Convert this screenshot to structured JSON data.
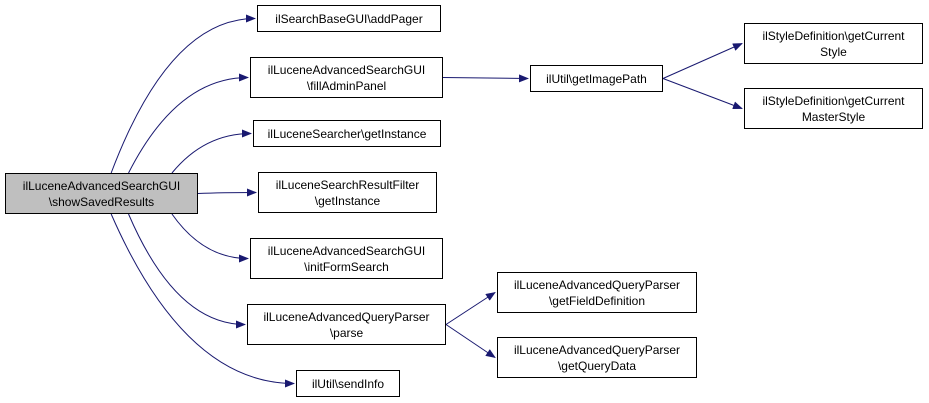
{
  "diagram": {
    "type": "call-graph",
    "colors": {
      "edge": "#191970",
      "root_fill": "#bfbfbf",
      "node_fill": "#ffffff",
      "node_border": "#000000"
    },
    "nodes": {
      "root": {
        "line1": "ilLuceneAdvancedSearchGUI",
        "line2": "\\showSavedResults"
      },
      "add_pager": {
        "line1": "ilSearchBaseGUI\\addPager"
      },
      "fill_admin_panel": {
        "line1": "ilLuceneAdvancedSearchGUI",
        "line2": "\\fillAdminPanel"
      },
      "get_image_path": {
        "line1": "ilUtil\\getImagePath"
      },
      "get_current_style": {
        "line1": "ilStyleDefinition\\getCurrent",
        "line2": "Style"
      },
      "get_current_master_style": {
        "line1": "ilStyleDefinition\\getCurrent",
        "line2": "MasterStyle"
      },
      "searcher_get_instance": {
        "line1": "ilLuceneSearcher\\getInstance"
      },
      "filter_get_instance": {
        "line1": "ilLuceneSearchResultFilter",
        "line2": "\\getInstance"
      },
      "init_form_search": {
        "line1": "ilLuceneAdvancedSearchGUI",
        "line2": "\\initFormSearch"
      },
      "parser_parse": {
        "line1": "ilLuceneAdvancedQueryParser",
        "line2": "\\parse"
      },
      "get_field_definition": {
        "line1": "ilLuceneAdvancedQueryParser",
        "line2": "\\getFieldDefinition"
      },
      "get_query_data": {
        "line1": "ilLuceneAdvancedQueryParser",
        "line2": "\\getQueryData"
      },
      "send_info": {
        "line1": "ilUtil\\sendInfo"
      }
    },
    "edges": [
      {
        "from": "root",
        "to": "add_pager"
      },
      {
        "from": "root",
        "to": "fill_admin_panel"
      },
      {
        "from": "root",
        "to": "searcher_get_instance"
      },
      {
        "from": "root",
        "to": "filter_get_instance"
      },
      {
        "from": "root",
        "to": "init_form_search"
      },
      {
        "from": "root",
        "to": "parser_parse"
      },
      {
        "from": "root",
        "to": "send_info"
      },
      {
        "from": "fill_admin_panel",
        "to": "get_image_path"
      },
      {
        "from": "get_image_path",
        "to": "get_current_style"
      },
      {
        "from": "get_image_path",
        "to": "get_current_master_style"
      },
      {
        "from": "parser_parse",
        "to": "get_field_definition"
      },
      {
        "from": "parser_parse",
        "to": "get_query_data"
      }
    ]
  }
}
